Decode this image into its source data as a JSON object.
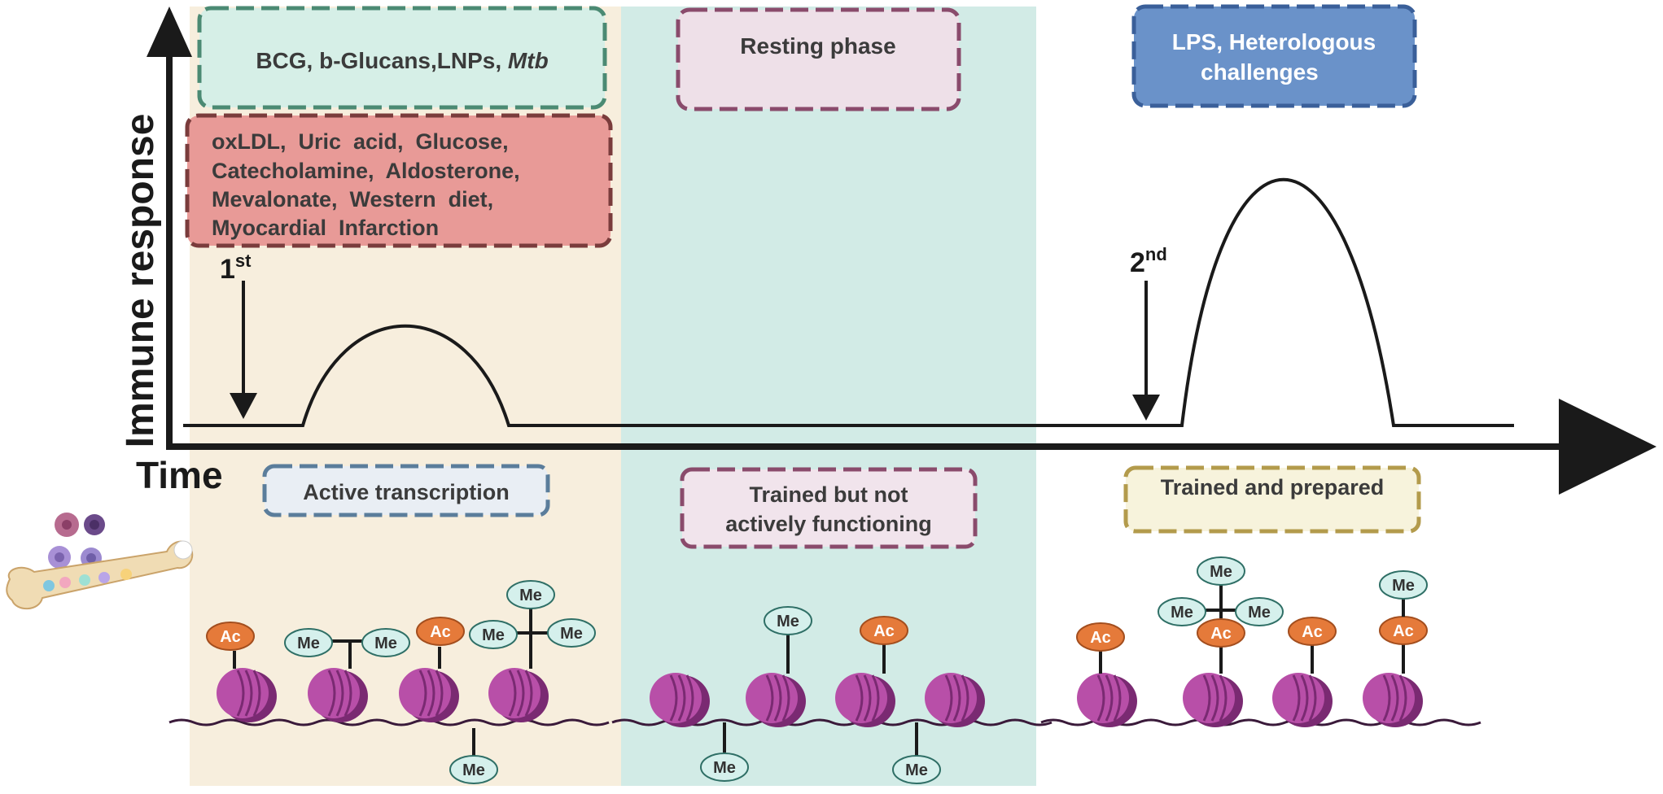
{
  "axes": {
    "y_label": "Immune response",
    "x_label": "Time"
  },
  "stimuli": {
    "trigger_box_prefix": "BCG, b-Glucans,LNPs,",
    "trigger_box_italic": "Mtb",
    "sterile_lines": [
      "oxLDL,  Uric  acid,  Glucose,",
      "Catecholamine,  Aldosterone,",
      "Mevalonate,  Western  diet,",
      "Myocardial  Infarction"
    ],
    "resting": "Resting phase",
    "challenge_lines": [
      "LPS, Heterologous",
      "challenges"
    ]
  },
  "markers": {
    "first": {
      "num": "1",
      "suffix": "st"
    },
    "second": {
      "num": "2",
      "suffix": "nd"
    }
  },
  "states": {
    "active": "Active transcription",
    "trained_idle_lines": [
      "Trained but not",
      "actively functioning"
    ],
    "trained_prepared": "Trained and prepared"
  },
  "marks": {
    "methyl": "Me",
    "acetyl": "Ac"
  },
  "colors": {
    "phase1_bg": "#f7eedd",
    "phase2_bg": "#d2ebe6",
    "trigger_fill": "#d6efe7",
    "trigger_border": "#4b8a73",
    "sterile_fill": "#e89a97",
    "sterile_border": "#7a3c3c",
    "resting_fill": "#eee0e8",
    "resting_border": "#8a4b6c",
    "challenge_fill": "#6a92c9",
    "challenge_border": "#3a5f99",
    "active_fill": "#e9eef4",
    "active_border": "#5b7d9b",
    "idle_fill": "#f1e4ec",
    "idle_border": "#8a4b6c",
    "prepared_fill": "#f7f3dc",
    "prepared_border": "#b39b4c",
    "nucleosome": "#b84fa8",
    "nucleosome_dark": "#7a2a72",
    "dna": "#3a1a3a",
    "me_fill": "#d5f0ec",
    "ac_fill": "#e57a3a",
    "axis": "#1a1a1a"
  }
}
